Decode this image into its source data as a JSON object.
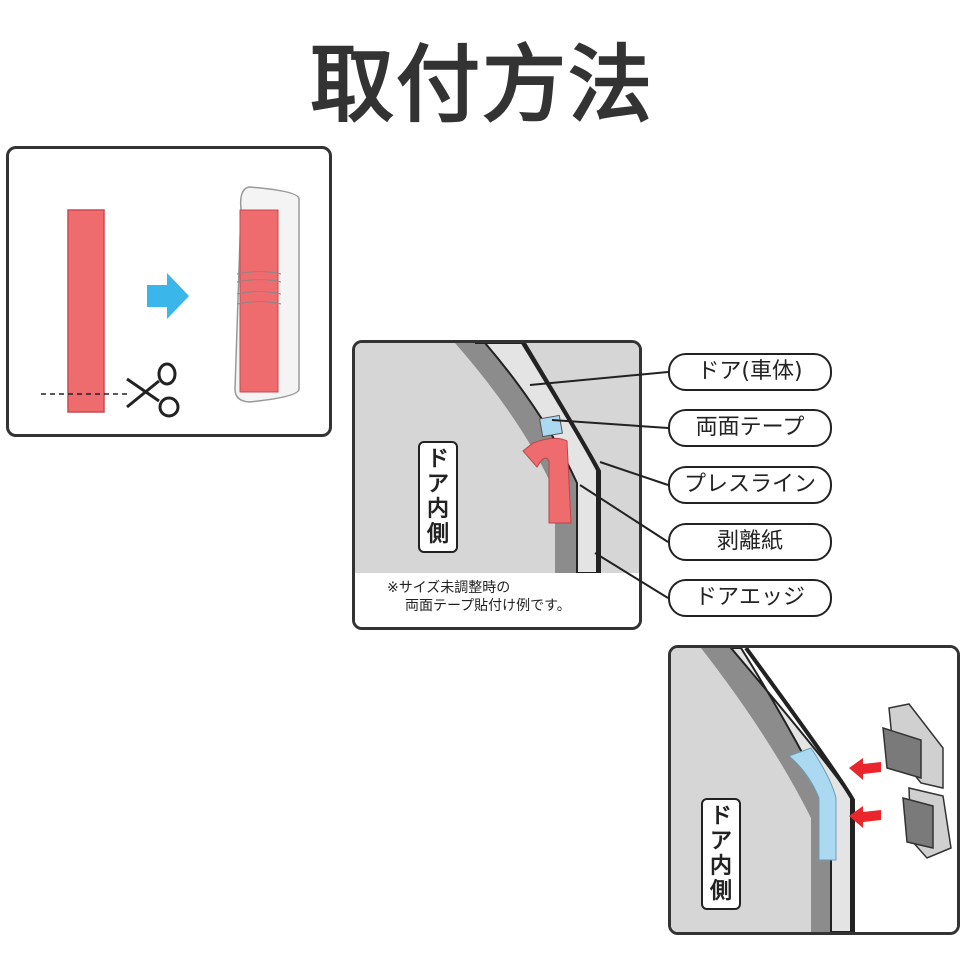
{
  "title": "取付方法",
  "step2": {
    "inner_label": "ドア内側",
    "note_line1": "※サイズ未調整時の",
    "note_line2": "両面テープ貼付け例です。",
    "callouts": [
      "ドア(車体)",
      "両面テープ",
      "プレスライン",
      "剥離紙",
      "ドアエッジ"
    ]
  },
  "step3": {
    "inner_label": "ドア内側"
  },
  "colors": {
    "tape_red": "#ee6b6e",
    "arrow_blue": "#3bb6ea",
    "tape_blue": "#aad9f1",
    "arrow_red": "#e8262b"
  }
}
